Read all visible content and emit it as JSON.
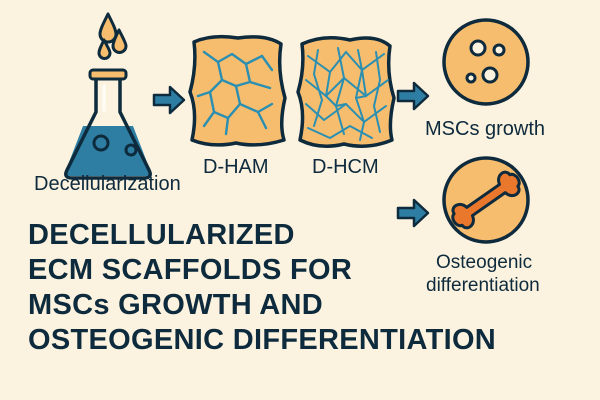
{
  "labels": {
    "decellularization": "Decellularization",
    "d_ham": "D-HAM",
    "d_hcm": "D-HCM",
    "mscs_growth": "MSCs growth",
    "osteogenic_line1": "Osteogenic",
    "osteogenic_line2": "differentiation"
  },
  "title": {
    "line1": "DECELLULARIZED",
    "line2": "ECM SCAFFOLDS FOR",
    "line3": "MSCs GROWTH AND",
    "line4": "OSTEOGENIC DIFFERENTIATION"
  },
  "colors": {
    "background": "#fbf3df",
    "outline": "#0e2a3d",
    "accent_orange": "#f7bd6e",
    "liquid_teal": "#2e7ea3",
    "fiber_blue": "#2b8fb1",
    "bone_orange": "#e9782c"
  },
  "icons": [
    "droplet-icon",
    "flask-icon",
    "arrow-right-icon",
    "scaffold-icon",
    "cell-culture-icon",
    "bone-icon"
  ]
}
